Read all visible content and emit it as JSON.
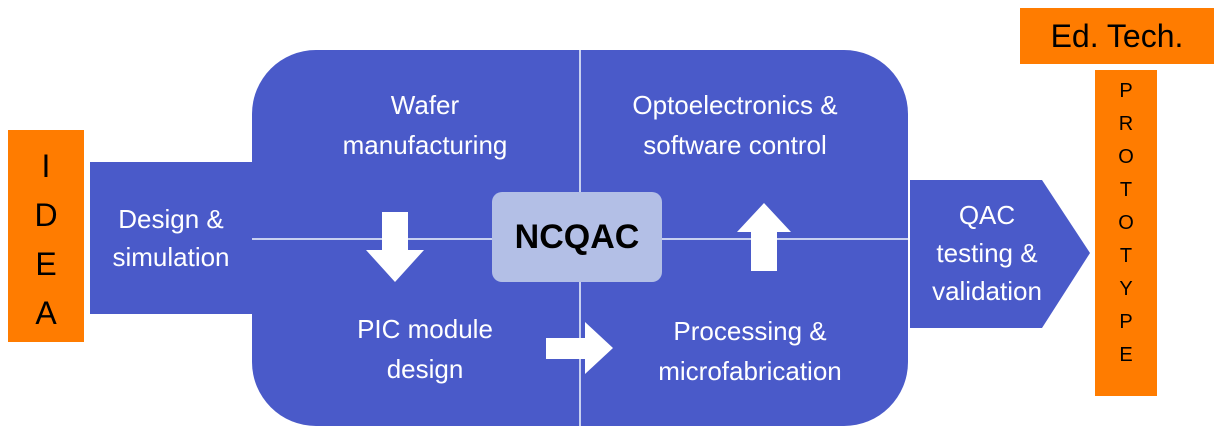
{
  "idea": {
    "letters": [
      "I",
      "D",
      "E",
      "A"
    ]
  },
  "design_simulation": {
    "lines": [
      "Design &",
      "simulation"
    ]
  },
  "wafer_manufacturing": {
    "lines": [
      "Wafer",
      "manufacturing"
    ]
  },
  "optoelectronics": {
    "lines": [
      "Optoelectronics &",
      "software control"
    ]
  },
  "pic_module": {
    "lines": [
      "PIC module",
      "design"
    ]
  },
  "processing": {
    "lines": [
      "Processing &",
      "microfabrication"
    ]
  },
  "center": {
    "label": "NCQAC"
  },
  "qac_testing": {
    "lines": [
      "QAC",
      "testing &",
      "validation"
    ]
  },
  "ed_tech": {
    "label": "Ed. Tech."
  },
  "prototype": {
    "letters": [
      "P",
      "R",
      "O",
      "T",
      "O",
      "T",
      "Y",
      "P",
      "E"
    ]
  },
  "colors": {
    "block_blue": "#4a5ac9",
    "center_blue": "#b3bfe6",
    "orange": "#ff7c00",
    "divider": "#c8d0f0"
  }
}
